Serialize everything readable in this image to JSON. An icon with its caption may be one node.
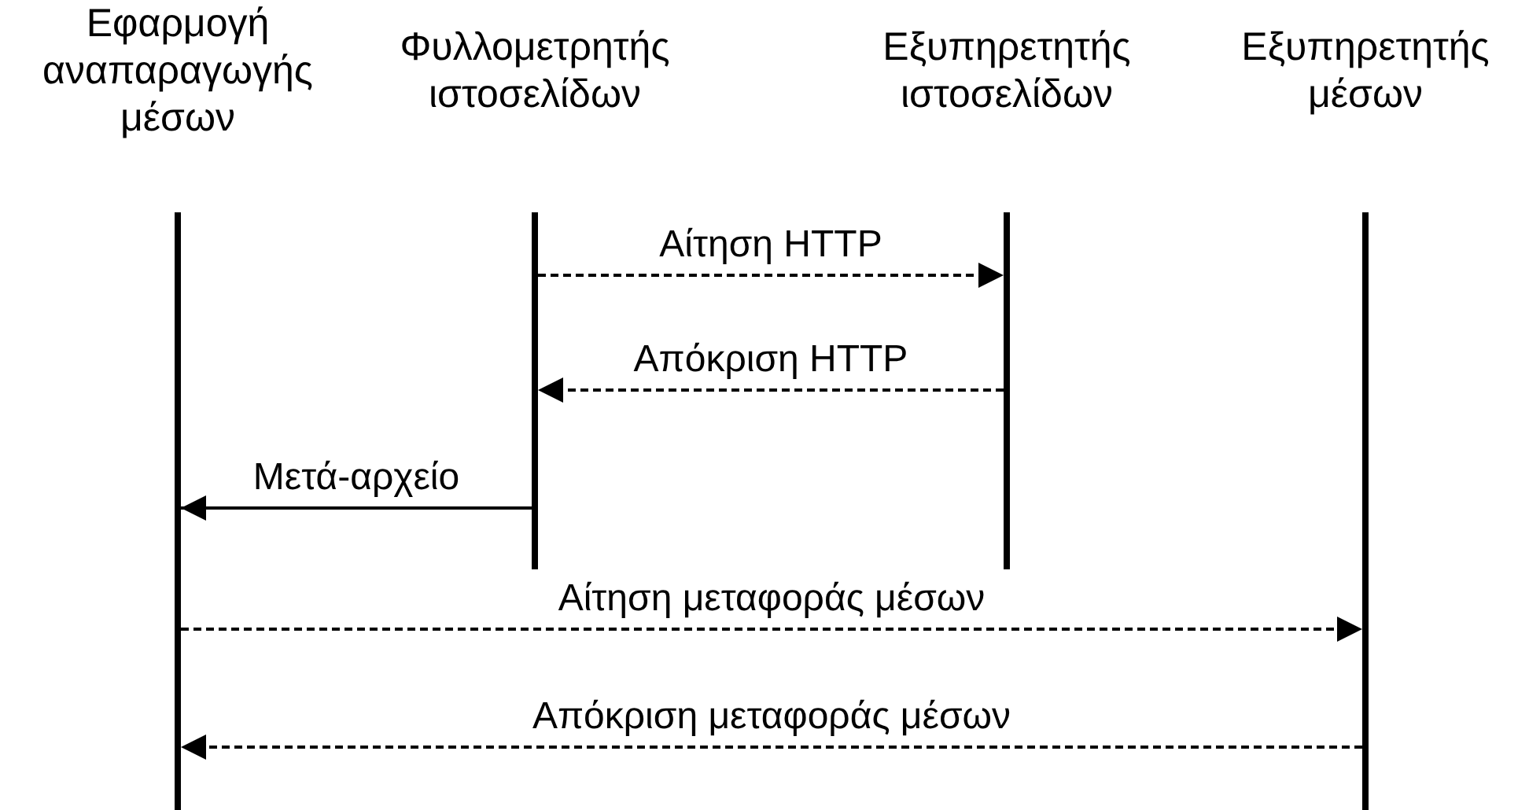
{
  "diagram": {
    "nodes": [
      {
        "text": [
          "Εφαρμογή αναπαραγωγής μέσων"
        ]
      },
      {
        "text": [
          "Φυλλομετρητής ιστοσελίδων"
        ]
      },
      {
        "text": [
          "Εξυπηρετητής ιστοσελίδων"
        ]
      },
      {
        "text": [
          "Εξυπηρετητής μέσων"
        ]
      }
    ],
    "edges": [
      {
        "from": 1,
        "to": 2,
        "arrow": "to",
        "label": "Αίτηση HTTP",
        "style": "dashed"
      },
      {
        "from": 2,
        "to": 1,
        "arrow": "to",
        "label": "Απόκριση HTTP",
        "style": "dashed"
      },
      {
        "from": 1,
        "to": 0,
        "arrow": "to",
        "label": "Μετά-αρχείο"
      },
      {
        "from": 0,
        "to": 3,
        "arrow": "to",
        "label": "Αίτηση μεταφοράς μέσων",
        "style": "dashed"
      },
      {
        "from": 3,
        "to": 0,
        "arrow": "to",
        "label": "Απόκριση μεταφοράς μέσων",
        "style": "dashed"
      }
    ]
  }
}
